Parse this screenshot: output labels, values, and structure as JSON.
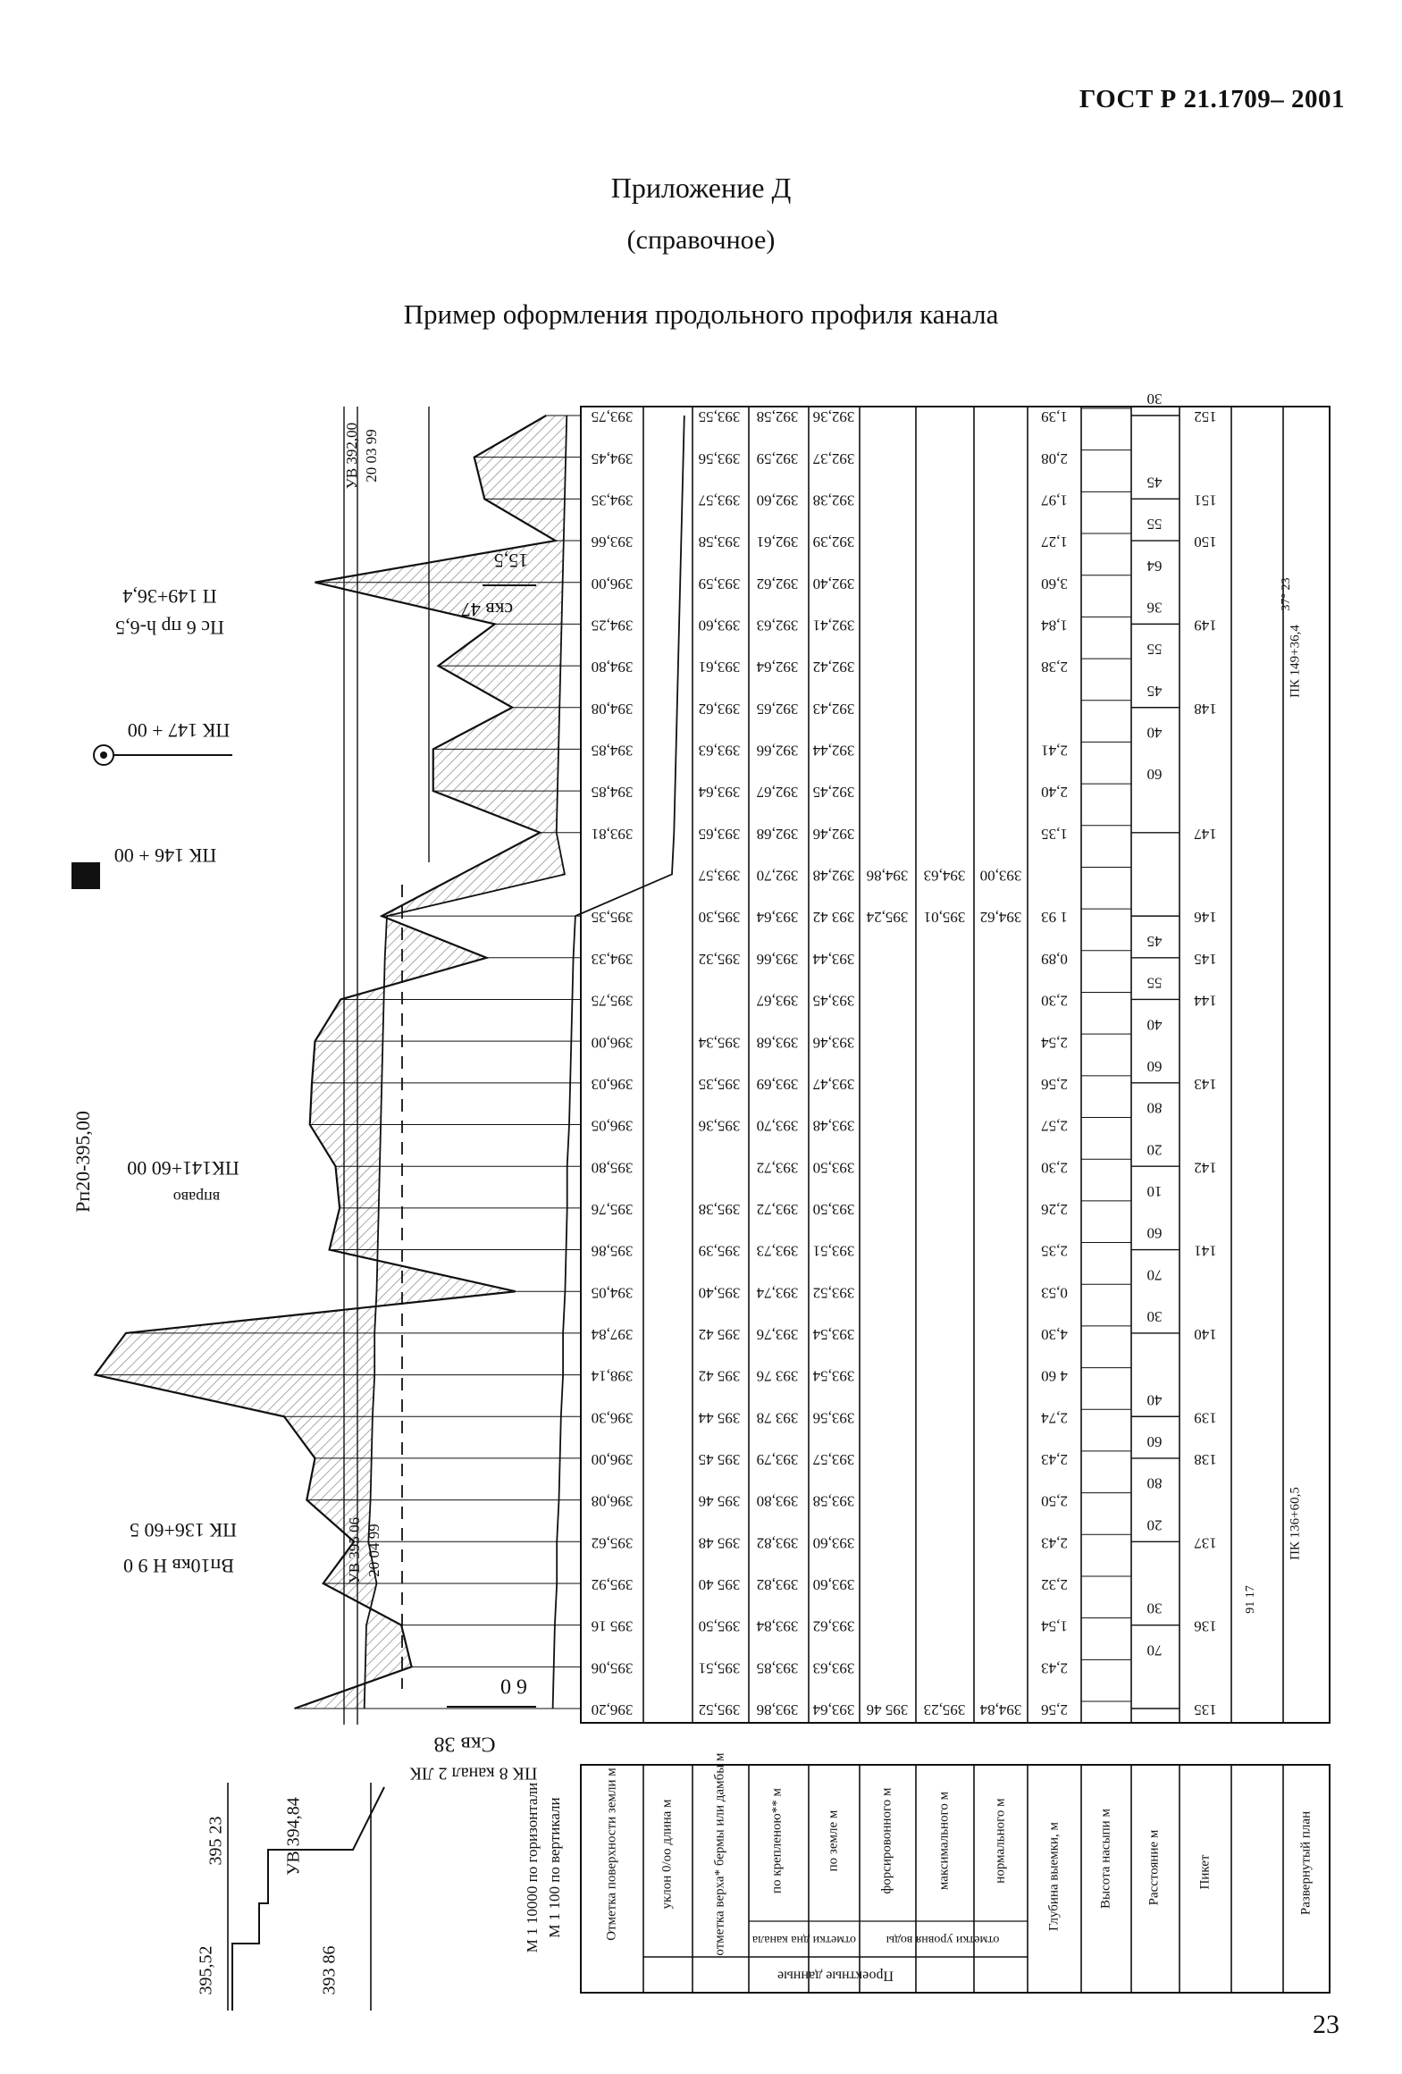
{
  "header": {
    "standard": "ГОСТ Р 21.1709– 2001"
  },
  "caption": {
    "appendix": "Приложение Д",
    "type": "(справочное)",
    "title": "Пример оформления продольного профиля канала"
  },
  "page_number": "23",
  "legend_labels": {
    "surface": "Отметка поверхности земли м",
    "slope": "уклон 0/оо длина м",
    "berm": "отметка верха* бермы или дамбы м",
    "bottom_by_fixation": "по крепленою** м",
    "bottom_by_ground": "по земле м",
    "design_group": "Проектные данные",
    "bottom_group": "отметки дна канала",
    "forced": "форсировонного м",
    "max": "максимального м",
    "normal": "нормального м",
    "water_group": "отметки уровня воды",
    "depth": "Глубина выемки, м",
    "fill_height": "Высота насыпи м",
    "distance": "Расстояние м",
    "picket": "Пикет",
    "plan": "Развернутый план"
  },
  "scales": {
    "horizontal": "М 1 10000 по горизонтали",
    "vertical": "М 1 100 по вертикали"
  },
  "left_inset": {
    "levels": [
      "395,52",
      "395 23",
      "393 86"
    ],
    "uv": "УВ 394,84",
    "channel": "ПК 8 канал 2 ЛК"
  },
  "profile": {
    "rows": [
      {
        "pk": "135",
        "surface": "396,20",
        "berm": "395,52",
        "bottom_fix": "393,86",
        "bottom_ground": "393,64",
        "forced": "395 46",
        "max": "395,23",
        "normal": "394,84",
        "depth": "2,56",
        "distance": "",
        "text": ""
      },
      {
        "pk": "",
        "surface": "395,06",
        "berm": "395,51",
        "bottom_fix": "393,85",
        "bottom_ground": "393,63",
        "forced": "",
        "max": "",
        "normal": "",
        "depth": "2,43",
        "distance": "70",
        "text": ""
      },
      {
        "pk": "136",
        "surface": "395 16",
        "berm": "395,50",
        "bottom_fix": "393,84",
        "bottom_ground": "393,62",
        "forced": "",
        "max": "",
        "normal": "",
        "depth": "1,54",
        "distance": "30",
        "text": ""
      },
      {
        "pk": "",
        "surface": "395,92",
        "berm": "395 40",
        "bottom_fix": "393,82",
        "bottom_ground": "393,60",
        "forced": "",
        "max": "",
        "normal": "",
        "depth": "2,32",
        "distance": "",
        "text": ""
      },
      {
        "pk": "137",
        "surface": "395,62",
        "berm": "395 48",
        "bottom_fix": "393,82",
        "bottom_ground": "393,60",
        "forced": "",
        "max": "",
        "normal": "",
        "depth": "2,43",
        "distance": "20",
        "text": ""
      },
      {
        "pk": "",
        "surface": "396,08",
        "berm": "395 46",
        "bottom_fix": "393,80",
        "bottom_ground": "393,58",
        "forced": "",
        "max": "",
        "normal": "",
        "depth": "2,50",
        "distance": "80",
        "text": ""
      },
      {
        "pk": "138",
        "surface": "396,00",
        "berm": "395 45",
        "bottom_fix": "393,79",
        "bottom_ground": "393,57",
        "forced": "",
        "max": "",
        "normal": "",
        "depth": "2,43",
        "distance": "60",
        "text": ""
      },
      {
        "pk": "139",
        "surface": "396,30",
        "berm": "395 44",
        "bottom_fix": "393 78",
        "bottom_ground": "393,56",
        "forced": "",
        "max": "",
        "normal": "",
        "depth": "2,74",
        "distance": "40",
        "text": ""
      },
      {
        "pk": "",
        "surface": "398,14",
        "berm": "395 42",
        "bottom_fix": "393 76",
        "bottom_ground": "393,54",
        "forced": "",
        "max": "",
        "normal": "",
        "depth": "4 60",
        "distance": "",
        "text": ""
      },
      {
        "pk": "140",
        "surface": "397,84",
        "berm": "395 42",
        "bottom_fix": "393,76",
        "bottom_ground": "393,54",
        "forced": "",
        "max": "",
        "normal": "",
        "depth": "4,30",
        "distance": "30",
        "text": ""
      },
      {
        "pk": "",
        "surface": "394,05",
        "berm": "395,40",
        "bottom_fix": "393,74",
        "bottom_ground": "393,52",
        "forced": "",
        "max": "",
        "normal": "",
        "depth": "0,53",
        "distance": "70",
        "text": ""
      },
      {
        "pk": "141",
        "surface": "395,86",
        "berm": "395,39",
        "bottom_fix": "393,73",
        "bottom_ground": "393,51",
        "forced": "",
        "max": "",
        "normal": "",
        "depth": "2,35",
        "distance": "60",
        "text": ""
      },
      {
        "pk": "",
        "surface": "395,76",
        "berm": "395,38",
        "bottom_fix": "393,72",
        "bottom_ground": "393,50",
        "forced": "",
        "max": "",
        "normal": "",
        "depth": "2,26",
        "distance": "10",
        "text": ""
      },
      {
        "pk": "142",
        "surface": "395,80",
        "berm": "",
        "bottom_fix": "393,72",
        "bottom_ground": "393,50",
        "forced": "",
        "max": "",
        "normal": "",
        "depth": "2,30",
        "distance": "20",
        "text": ""
      },
      {
        "pk": "",
        "surface": "396,05",
        "berm": "395,36",
        "bottom_fix": "393,70",
        "bottom_ground": "393,48",
        "forced": "",
        "max": "",
        "normal": "",
        "depth": "2,57",
        "distance": "80",
        "text": ""
      },
      {
        "pk": "143",
        "surface": "396,03",
        "berm": "395,35",
        "bottom_fix": "393,69",
        "bottom_ground": "393,47",
        "forced": "",
        "max": "",
        "normal": "",
        "depth": "2,56",
        "distance": "60",
        "text": ""
      },
      {
        "pk": "",
        "surface": "396,00",
        "berm": "395,34",
        "bottom_fix": "393,68",
        "bottom_ground": "393,46",
        "forced": "",
        "max": "",
        "normal": "",
        "depth": "2,54",
        "distance": "40",
        "text": ""
      },
      {
        "pk": "144",
        "surface": "395,75",
        "berm": "",
        "bottom_fix": "393,67",
        "bottom_ground": "393,45",
        "forced": "",
        "max": "",
        "normal": "",
        "depth": "2,30",
        "distance": "55",
        "text": ""
      },
      {
        "pk": "145",
        "surface": "394,33",
        "berm": "395,32",
        "bottom_fix": "393,66",
        "bottom_ground": "393,44",
        "forced": "",
        "max": "",
        "normal": "",
        "depth": "0,89",
        "distance": "45",
        "text": ""
      },
      {
        "pk": "146",
        "surface": "395,35",
        "berm": "395,30",
        "bottom_fix": "393,64",
        "bottom_ground": "393 42",
        "forced": "395,24",
        "max": "395,01",
        "normal": "394,62",
        "depth": "1 93",
        "distance": "",
        "text": ""
      },
      {
        "pk": "",
        "surface": "",
        "berm": "393,57",
        "bottom_fix": "392,70",
        "bottom_ground": "392,48",
        "forced": "394,86",
        "max": "394,63",
        "normal": "393,00",
        "depth": "",
        "distance": "",
        "text": ""
      },
      {
        "pk": "147",
        "surface": "393,81",
        "berm": "393,65",
        "bottom_fix": "392,68",
        "bottom_ground": "392,46",
        "forced": "",
        "max": "",
        "normal": "",
        "depth": "1,35",
        "distance": "",
        "text": ""
      },
      {
        "pk": "",
        "surface": "394,85",
        "berm": "393,64",
        "bottom_fix": "392,67",
        "bottom_ground": "392,45",
        "forced": "",
        "max": "",
        "normal": "",
        "depth": "2,40",
        "distance": "60",
        "text": ""
      },
      {
        "pk": "",
        "surface": "394,85",
        "berm": "393,63",
        "bottom_fix": "392,66",
        "bottom_ground": "392,44",
        "forced": "",
        "max": "",
        "normal": "",
        "depth": "2,41",
        "distance": "40",
        "text": ""
      },
      {
        "pk": "148",
        "surface": "394,08",
        "berm": "393,62",
        "bottom_fix": "392,65",
        "bottom_ground": "392,43",
        "forced": "",
        "max": "",
        "normal": "",
        "depth": "",
        "distance": "45",
        "text": ""
      },
      {
        "pk": "",
        "surface": "394,80",
        "berm": "393,61",
        "bottom_fix": "392,64",
        "bottom_ground": "392,42",
        "forced": "",
        "max": "",
        "normal": "",
        "depth": "2,38",
        "distance": "55",
        "text": ""
      },
      {
        "pk": "149",
        "surface": "394,25",
        "berm": "393,60",
        "bottom_fix": "392,63",
        "bottom_ground": "392,41",
        "forced": "",
        "max": "",
        "normal": "",
        "depth": "1,84",
        "distance": "36",
        "text": ""
      },
      {
        "pk": "",
        "surface": "396,00",
        "berm": "393,59",
        "bottom_fix": "392,62",
        "bottom_ground": "392,40",
        "forced": "",
        "max": "",
        "normal": "",
        "depth": "3,60",
        "distance": "64",
        "text": ""
      },
      {
        "pk": "150",
        "surface": "393,66",
        "berm": "393,58",
        "bottom_fix": "392,61",
        "bottom_ground": "392,39",
        "forced": "",
        "max": "",
        "normal": "",
        "depth": "1,27",
        "distance": "55",
        "text": ""
      },
      {
        "pk": "151",
        "surface": "394,35",
        "berm": "393,57",
        "bottom_fix": "392,60",
        "bottom_ground": "392,38",
        "forced": "",
        "max": "",
        "normal": "",
        "depth": "1,97",
        "distance": "45",
        "text": ""
      },
      {
        "pk": "",
        "surface": "394,45",
        "berm": "393,56",
        "bottom_fix": "392,59",
        "bottom_ground": "392,37",
        "forced": "",
        "max": "",
        "normal": "",
        "depth": "2,08",
        "distance": "",
        "text": ""
      },
      {
        "pk": "152",
        "surface": "393,75",
        "berm": "393,55",
        "bottom_fix": "392,58",
        "bottom_ground": "392,36",
        "forced": "",
        "max": "",
        "normal": "",
        "depth": "1,39",
        "distance": "30",
        "text": ""
      }
    ],
    "annotations": {
      "well_38": "Скв 38",
      "well_38_depth": "6 0",
      "well_47": "скв 47",
      "well_47_depth": "15,5",
      "uv_lower": "УВ 395 06",
      "uv_lower_date": "20 04 99",
      "uv_upper": "УВ 392,00",
      "uv_upper_date": "20 03 99",
      "pk_136": "ПК 136+60 5",
      "pk_136_note": "Вп10кв Н 9 0",
      "pk_141": "ПК141+60 00",
      "pk_141_dir": "вправо",
      "rp": "Рп20-395,00",
      "pk_146": "ПК 146 + 00",
      "pk_147": "ПК 147 + 00",
      "pk_149": "П 149+36,4",
      "pk_149_note": "Пс 6 пр h-6,5",
      "plan_pk_136": "ПК 136+60,5",
      "plan_angle_136": "91 17",
      "plan_pk_149": "ПК 149+36,4",
      "plan_angle_149": "37° 23"
    }
  }
}
